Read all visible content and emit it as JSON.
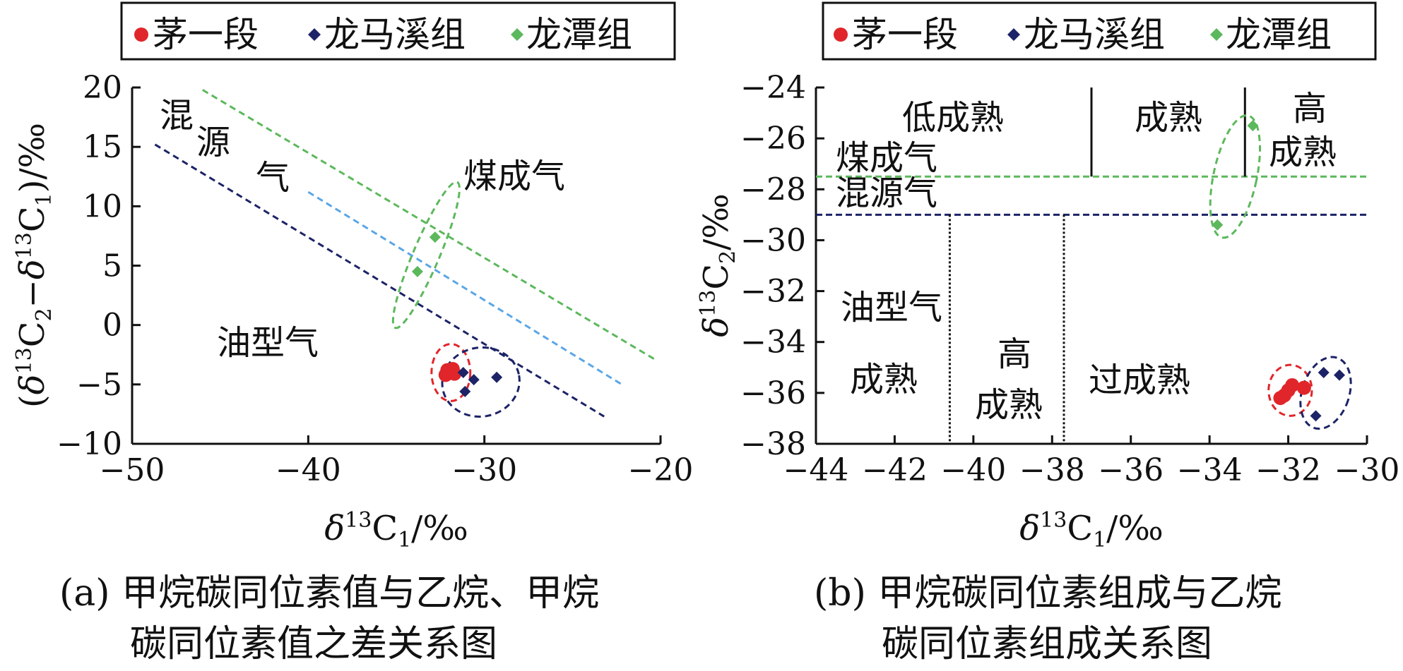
{
  "legend": {
    "items": [
      {
        "label": "茅一段",
        "color": "#e0262a",
        "marker": "circle"
      },
      {
        "label": "龙马溪组",
        "color": "#1c2366",
        "marker": "diamond"
      },
      {
        "label": "龙潭组",
        "color": "#5cb85c",
        "marker": "diamond"
      }
    ]
  },
  "colors": {
    "red": "#e0262a",
    "navy": "#1c2366",
    "green": "#5cb85c",
    "lightblue": "#5aa6e6",
    "axis": "#111111"
  },
  "chart_data": [
    {
      "type": "scatter",
      "xlabel": "δ13C1/‰",
      "ylabel": "(δ13C2−δ13C1)/‰",
      "xlim": [
        -50,
        -20
      ],
      "ylim": [
        -10,
        20
      ],
      "xticks": [
        "−50",
        "−40",
        "−30",
        "−20"
      ],
      "yticks": [
        "20",
        "15",
        "10",
        "5",
        "0",
        "−5",
        "−10"
      ],
      "x_tick_values": [
        -50,
        -40,
        -30,
        -20
      ],
      "y_tick_values": [
        20,
        15,
        10,
        5,
        0,
        -5,
        -10
      ],
      "caption_line1": "(a) 甲烷碳同位素值与乙烷、甲烷",
      "caption_line2": "碳同位素值之差关系图",
      "regions": {
        "mixed_1": "混",
        "mixed_2": "源",
        "mixed_3": "气",
        "coal": "煤成气",
        "oil": "油型气"
      },
      "lines": [
        {
          "name": "green",
          "color": "#5cb85c",
          "points": [
            [
              -46,
              19.8
            ],
            [
              -20.2,
              -3.0
            ]
          ]
        },
        {
          "name": "lightblue",
          "color": "#5aa6e6",
          "points": [
            [
              -40,
              11.2
            ],
            [
              -22.2,
              -5.0
            ]
          ]
        },
        {
          "name": "navy",
          "color": "#1c2366",
          "points": [
            [
              -48.7,
              15.2
            ],
            [
              -23.2,
              -7.7
            ]
          ]
        }
      ],
      "series": [
        {
          "name": "茅一段",
          "marker": "circle",
          "color": "#e0262a",
          "points": [
            [
              -32.1,
              -3.8
            ],
            [
              -31.9,
              -4.0
            ],
            [
              -31.8,
              -3.7
            ],
            [
              -32.2,
              -4.2
            ],
            [
              -31.7,
              -4.1
            ]
          ]
        },
        {
          "name": "龙马溪组",
          "marker": "diamond",
          "color": "#1c2366",
          "points": [
            [
              -31.2,
              -4.0
            ],
            [
              -30.6,
              -4.6
            ],
            [
              -29.3,
              -4.4
            ],
            [
              -31.1,
              -5.6
            ]
          ]
        },
        {
          "name": "龙潭组",
          "marker": "diamond",
          "color": "#5cb85c",
          "points": [
            [
              -32.8,
              7.4
            ],
            [
              -33.8,
              4.5
            ]
          ]
        }
      ],
      "ellipses": [
        {
          "color": "#5cb85c",
          "cx": -33.3,
          "cy": 5.9,
          "rx": 4.5,
          "ry": 1.1,
          "angle": -67
        },
        {
          "color": "#e0262a",
          "cx": -31.9,
          "cy": -4.0,
          "rx": 1.1,
          "ry": 2.4,
          "angle": 0
        },
        {
          "color": "#1c2366",
          "cx": -30.2,
          "cy": -4.8,
          "rx": 2.2,
          "ry": 2.9,
          "angle": -10
        }
      ]
    },
    {
      "type": "scatter",
      "xlabel": "δ13C1/‰",
      "ylabel": "δ13C2/‰",
      "xlim": [
        -44,
        -30
      ],
      "ylim": [
        -38,
        -24
      ],
      "xticks": [
        "−44",
        "−42",
        "−40",
        "−38",
        "−36",
        "−34",
        "−32",
        "−30"
      ],
      "yticks": [
        "−24",
        "−26",
        "−28",
        "−30",
        "−32",
        "−34",
        "−36",
        "−38"
      ],
      "x_tick_values": [
        -44,
        -42,
        -40,
        -38,
        -36,
        -34,
        -32,
        -30
      ],
      "y_tick_values": [
        -24,
        -26,
        -28,
        -30,
        -32,
        -34,
        -36,
        -38
      ],
      "caption_line1": "(b) 甲烷碳同位素组成与乙烷",
      "caption_line2": "碳同位素组成关系图",
      "regions": {
        "low_mature": "低成熟",
        "mature_top": "成熟",
        "high_top_1": "高",
        "high_top_2": "成熟",
        "coal": "煤成气",
        "mixed": "混源气",
        "oil": "油型气",
        "mature_bottom": "成熟",
        "high_bottom_1": "高",
        "high_bottom_2": "成熟",
        "over_mature": "过成熟"
      },
      "hlines": [
        {
          "name": "coal-boundary",
          "y": -27.5,
          "color": "#5cb85c"
        },
        {
          "name": "mixed-boundary",
          "y": -29.0,
          "color": "#1c2366"
        }
      ],
      "vlines_top": [
        -37.0,
        -33.1
      ],
      "vlines_bottom": [
        -40.6,
        -37.7
      ],
      "series": [
        {
          "name": "茅一段",
          "marker": "circle",
          "color": "#e0262a",
          "points": [
            [
              -32.1,
              -36.1
            ],
            [
              -31.9,
              -35.7
            ],
            [
              -32.0,
              -35.9
            ],
            [
              -31.6,
              -35.8
            ],
            [
              -32.2,
              -36.2
            ]
          ]
        },
        {
          "name": "龙马溪组",
          "marker": "diamond",
          "color": "#1c2366",
          "points": [
            [
              -31.1,
              -35.2
            ],
            [
              -30.7,
              -35.3
            ],
            [
              -31.3,
              -36.9
            ]
          ]
        },
        {
          "name": "龙潭组",
          "marker": "diamond",
          "color": "#5cb85c",
          "points": [
            [
              -32.9,
              -25.5
            ],
            [
              -33.8,
              -29.4
            ]
          ]
        }
      ],
      "ellipses": [
        {
          "color": "#5cb85c",
          "cx": -33.35,
          "cy": -27.5,
          "rx": 0.55,
          "ry": 2.45,
          "angle": 12
        },
        {
          "color": "#e0262a",
          "cx": -31.95,
          "cy": -35.9,
          "rx": 0.55,
          "ry": 1.0,
          "angle": 0
        },
        {
          "color": "#1c2366",
          "cx": -31.05,
          "cy": -36.0,
          "rx": 0.6,
          "ry": 1.45,
          "angle": 18
        }
      ]
    }
  ]
}
